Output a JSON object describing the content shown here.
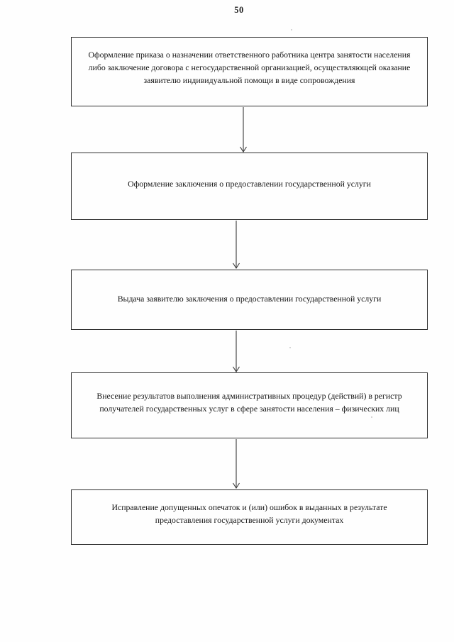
{
  "page": {
    "number": "50"
  },
  "flowchart": {
    "steps": [
      {
        "text": "Оформление приказа о назначении ответственного работника центра занятости населения либо заключение договора с негосударственной организацией, осуществляющей оказание заявителю индивидуальной помощи в виде сопровождения"
      },
      {
        "text": "Оформление заключения о предоставлении государственной услуги"
      },
      {
        "text": "Выдача заявителю заключения о предоставлении государственной услуги"
      },
      {
        "text": "Внесение результатов выполнения административных процедур (действий) в регистр получателей государственных услуг в сфере занятости населения – физических лиц"
      },
      {
        "text": "Исправление допущенных опечаток и (или) ошибок в выданных в результате предоставления государственной услуги документах"
      }
    ]
  }
}
